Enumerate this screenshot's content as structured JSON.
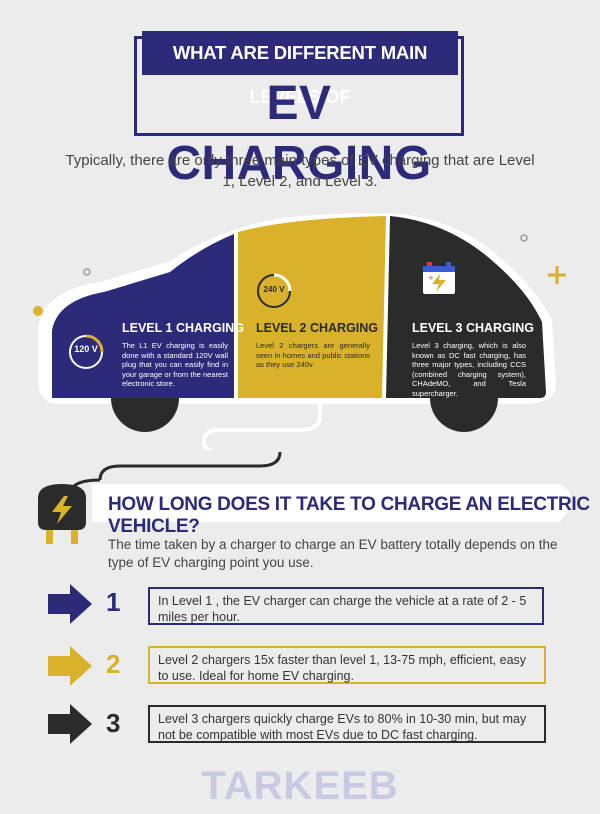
{
  "header": {
    "title_top": "WHAT ARE DIFFERENT MAIN LEVELS OF",
    "title_main": "EV CHARGING",
    "intro": "Typically, there are only three main types of EV charging that are Level 1, Level 2, and Level 3."
  },
  "levels": [
    {
      "badge": "120 V",
      "title": "LEVEL 1 CHARGING",
      "text": "The L1 EV charging is easily done with a standard 120V wall plug that you can easily find in your garage or from the nearest electronic store."
    },
    {
      "badge": "240 V",
      "title": "LEVEL 2 CHARGING",
      "text": "Level 2 chargers are generally seen in homes and public stations as they use 240v"
    },
    {
      "title": "LEVEL 3 CHARGING",
      "text": "Level 3 charging, which is also known as DC fast charging, has three major types, including CCS (combined charging system), CHAdeMO, and Tesla supercharger.",
      "icon": "battery-icon"
    }
  ],
  "section2": {
    "title": "HOW LONG DOES IT TAKE TO CHARGE AN ELECTRIC VEHICLE?",
    "text": "The time taken by a charger to charge an EV battery totally depends on the type of EV charging point you use."
  },
  "steps": [
    {
      "num": "1",
      "text": "In Level 1 , the EV charger can charge the vehicle at a rate of 2 - 5 miles per hour.",
      "color": "#2d2a7a"
    },
    {
      "num": "2",
      "text": "Level 2 chargers 15x faster than level 1, 13-75 mph, efficient, easy to use. Ideal for home EV charging.",
      "color": "#d9b12a"
    },
    {
      "num": "3",
      "text": "Level 3 chargers quickly charge EVs to 80% in 10-30 min, but may not be compatible with most EVs due to DC fast charging.",
      "color": "#2b2b2b"
    }
  ],
  "brand": "TARKEEB",
  "colors": {
    "navy": "#2d2a7a",
    "gold": "#d9b12a",
    "dark": "#2b2b2b",
    "bg": "#ececec"
  }
}
